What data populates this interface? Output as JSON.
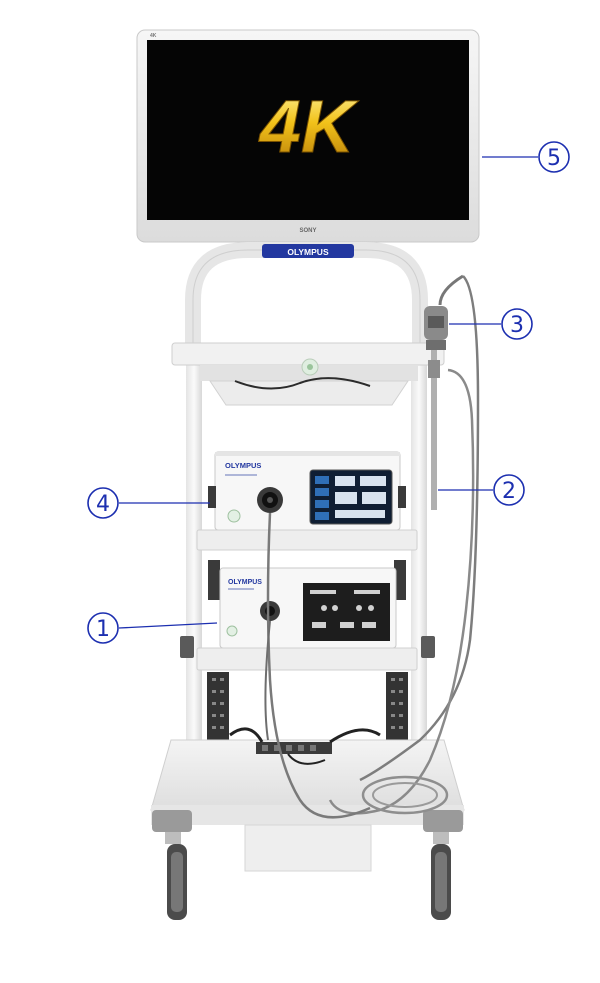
{
  "image": {
    "monitor": {
      "screen_text": "4K",
      "brand": "SONY",
      "corner_mark": "4K"
    },
    "tower": {
      "arch_label": "OLYMPUS"
    },
    "processor_top": {
      "brand": "OLYMPUS"
    },
    "light_source": {
      "brand": "OLYMPUS"
    },
    "callouts": [
      {
        "number": "5",
        "target": "monitor"
      },
      {
        "number": "3",
        "target": "camera-head"
      },
      {
        "number": "2",
        "target": "light-cable"
      },
      {
        "number": "4",
        "target": "processor-top"
      },
      {
        "number": "1",
        "target": "light-source"
      }
    ]
  },
  "colors": {
    "callout": "#1c2fb0",
    "brand_blue": "#2338a0",
    "screen_gold": "#f0c21c"
  }
}
